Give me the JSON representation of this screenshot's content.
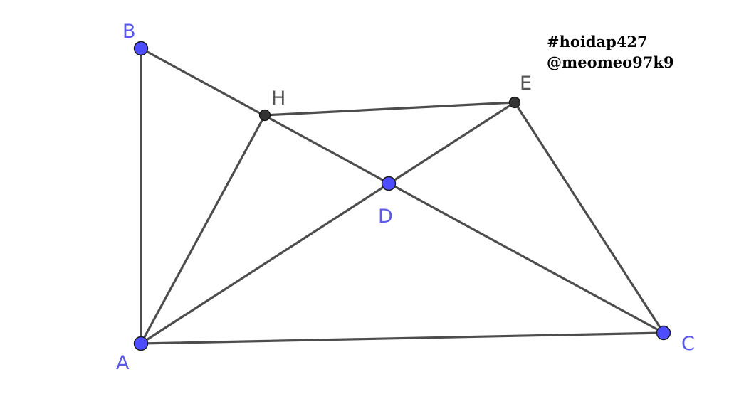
{
  "diagram": {
    "points": {
      "A": {
        "label": "A",
        "color": "#4d4dff"
      },
      "B": {
        "label": "B",
        "color": "#4d4dff"
      },
      "C": {
        "label": "C",
        "color": "#4d4dff"
      },
      "D": {
        "label": "D",
        "color": "#4d4dff"
      },
      "E": {
        "label": "E",
        "color": "#555555"
      },
      "H": {
        "label": "H",
        "color": "#555555"
      }
    },
    "segments": [
      [
        "A",
        "B"
      ],
      [
        "B",
        "C"
      ],
      [
        "A",
        "C"
      ],
      [
        "A",
        "H"
      ],
      [
        "A",
        "E"
      ],
      [
        "H",
        "E"
      ],
      [
        "E",
        "C"
      ]
    ],
    "line_color": "#4d4d4d"
  },
  "watermark": {
    "line1": "#hoidap427",
    "line2": "@meomeo97k9"
  }
}
